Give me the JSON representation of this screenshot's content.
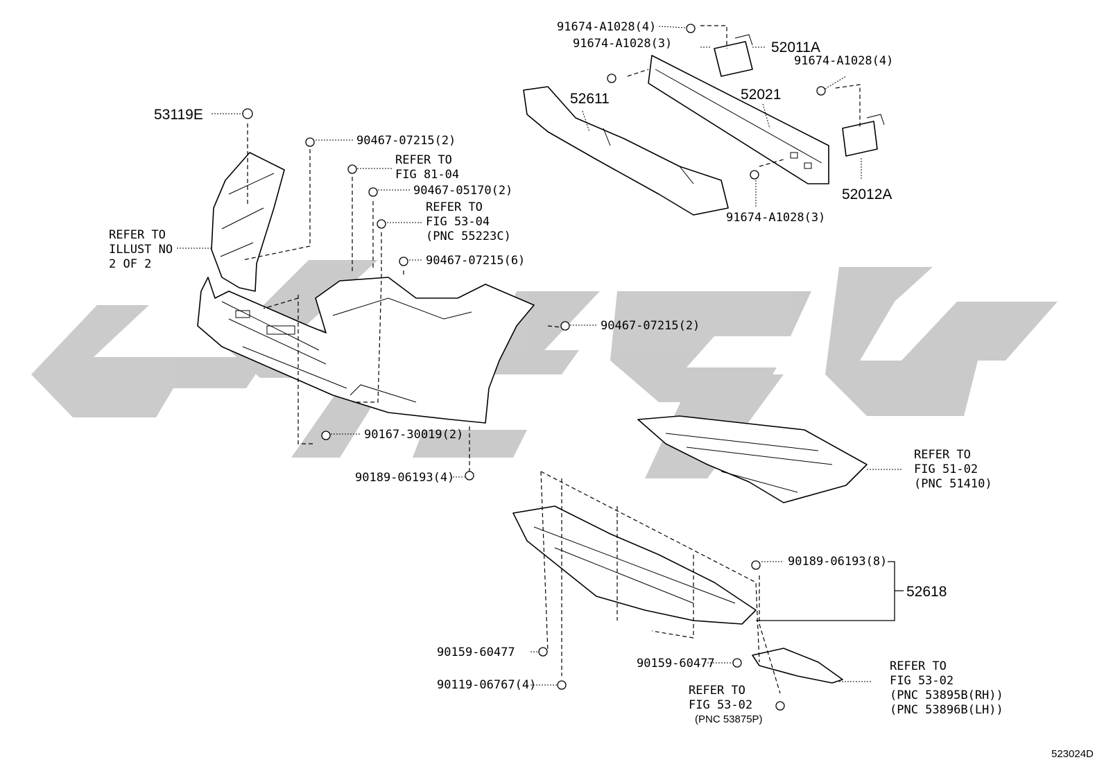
{
  "watermark": {
    "color": "#c8c8c8"
  },
  "figure_code": "523024D",
  "labels": {
    "l_53119e": "53119E",
    "l_90467_07215_2a": "90467-07215(2)",
    "l_refer_fig_81_04": [
      "REFER TO",
      "FIG 81-04"
    ],
    "l_90467_05170_2": "90467-05170(2)",
    "l_refer_fig_53_04": [
      "REFER TO",
      "FIG 53-04",
      "(PNC 55223C)"
    ],
    "l_refer_illust": [
      "REFER TO",
      "ILLUST NO",
      "2 OF 2"
    ],
    "l_90467_07215_6": "90467-07215(6)",
    "l_90467_07215_2b": "90467-07215(2)",
    "l_90167_30019_2": "90167-30019(2)",
    "l_90189_06193_4": "90189-06193(4)",
    "l_91674_a1028_4a": "91674-A1028(4)",
    "l_91674_a1028_3a": "91674-A1028(3)",
    "l_52011a": "52011A",
    "l_91674_a1028_4b": "91674-A1028(4)",
    "l_52611": "52611",
    "l_52021": "52021",
    "l_52012a": "52012A",
    "l_91674_a1028_3b": "91674-A1028(3)",
    "l_refer_fig_51_02": [
      "REFER TO",
      "FIG 51-02",
      "(PNC 51410)"
    ],
    "l_90189_06193_8": "90189-06193(8)",
    "l_52618": "52618",
    "l_90159_60477_a": "90159-60477",
    "l_90119_06767_4": "90119-06767(4)",
    "l_90159_60477_b": "90159-60477",
    "l_refer_fig_53_02_a": [
      "REFER TO",
      "FIG 53-02",
      "(PNC 53875P)"
    ],
    "l_refer_fig_53_02_b": [
      "REFER TO",
      "FIG 53-02",
      "(PNC 53895B(RH))",
      "(PNC 53896B(LH))"
    ]
  }
}
